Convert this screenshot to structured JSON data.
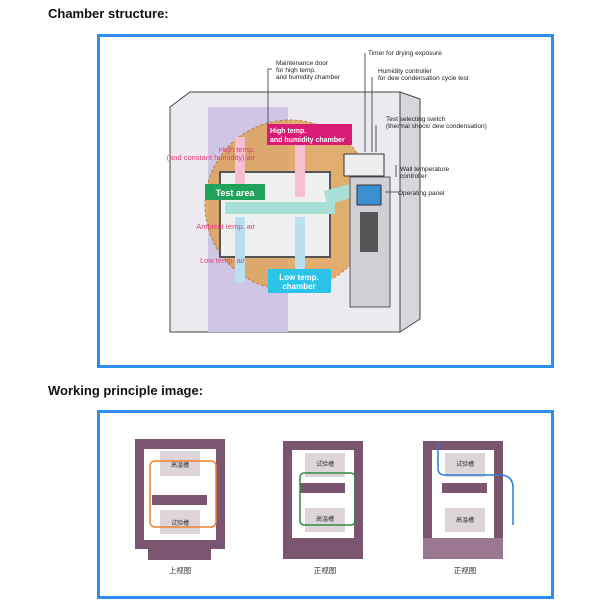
{
  "sections": {
    "structure_title": "Chamber structure:",
    "principle_title": "Working principle image:"
  },
  "structure": {
    "timer": "Timer for drying exposure",
    "maint1": "Maintenance door",
    "maint2": "for high temp.",
    "maint3": "and humidity chamber",
    "hum1": "Humidity controller",
    "hum2": "for dew condensation cycle test",
    "sw1": "Test selecting switch",
    "sw2": "(thermal shock/ dew condensation)",
    "wall1": "Wall temperature",
    "wall2": "controller",
    "panel": "Operating panel",
    "hiChamber1": "High temp.",
    "hiChamber2": "and humidity chamber",
    "hiAir1": "High temp.",
    "hiAir2": "(and constant humidity) air",
    "test": "Test area",
    "ambient": "Ambient temp. air",
    "lowAir": "Low temp. air",
    "lowChamber1": "Low temp.",
    "lowChamber2": "chamber"
  },
  "principle": {
    "high": "高温槽",
    "test": "试验槽",
    "captions": [
      "上视图",
      "正视图",
      "正视图"
    ],
    "colors": {
      "wall": "#7a5570",
      "box": "#ddd5da",
      "orange": "#f08030",
      "green": "#2e8b3e",
      "blue": "#2a7fd0"
    }
  }
}
